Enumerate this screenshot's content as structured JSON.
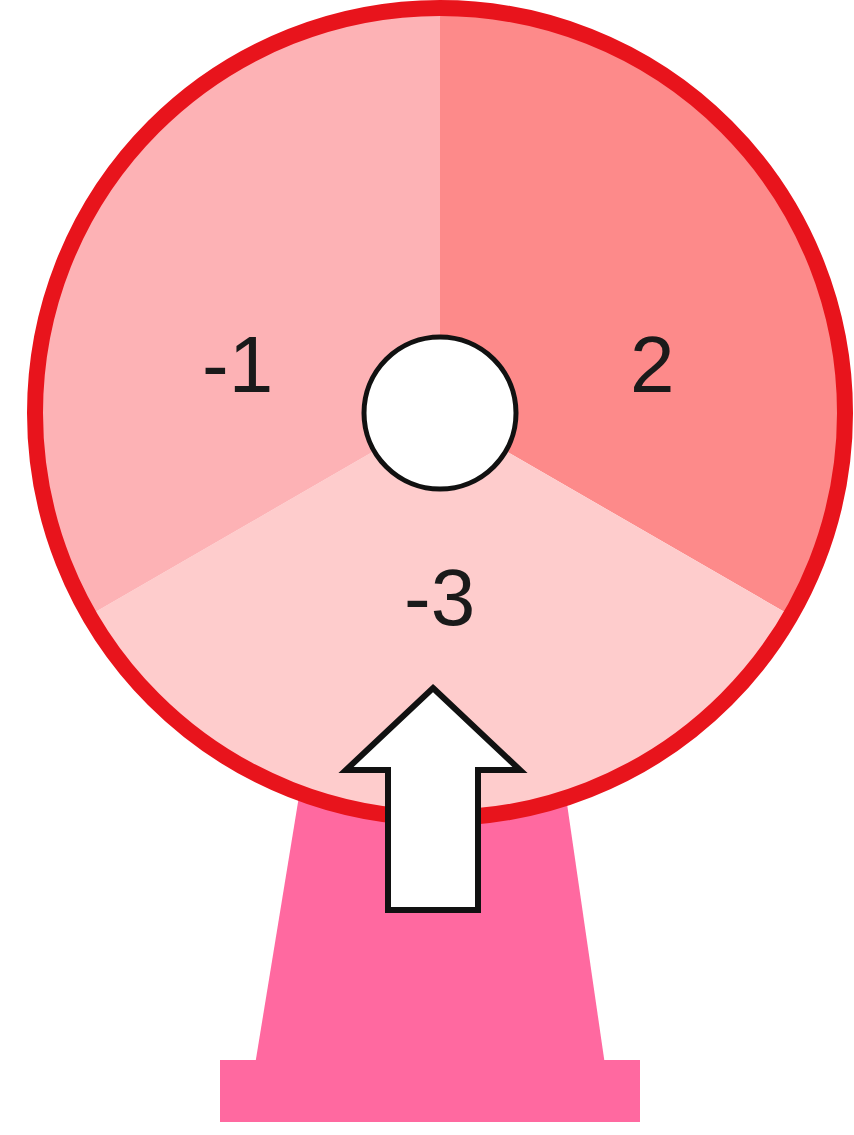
{
  "diagram": {
    "labels": [
      "-1",
      "2",
      "-3"
    ]
  }
}
